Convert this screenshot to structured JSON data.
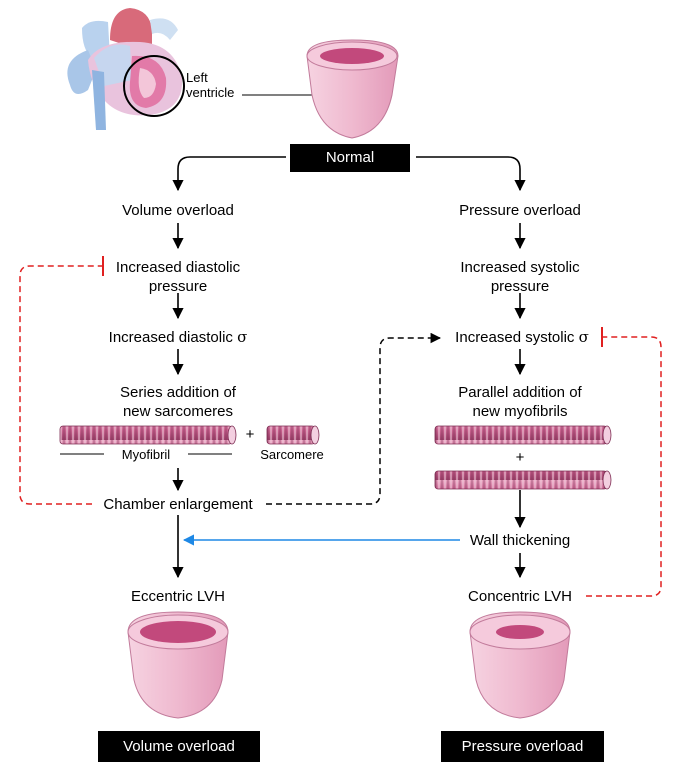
{
  "heart_labels": {
    "line1": "Left",
    "line2": "ventricle"
  },
  "normal_label": "Normal",
  "left": {
    "step1": "Volume overload",
    "step2_l1": "Increased diastolic",
    "step2_l2": "pressure",
    "step3": "Increased diastolic",
    "step4_l1": "Series addition of",
    "step4_l2": "new sarcomeres",
    "plus": "+",
    "myofibril": "Myofibril",
    "sarcomere": "Sarcomere",
    "step5": "Chamber enlargement",
    "step6": "Eccentric LVH",
    "footer": "Volume overload"
  },
  "right": {
    "step1": "Pressure overload",
    "step2_l1": "Increased systolic",
    "step2_l2": "pressure",
    "step3": "Increased systolic",
    "step4_l1": "Parallel addition of",
    "step4_l2": "new myofibrils",
    "plus": "+",
    "step5": "Wall thickening",
    "step6": "Concentric LVH",
    "footer": "Pressure overload"
  },
  "sigma": "σ",
  "colors": {
    "feedback_inhibit": "#e02020",
    "feedback_cross": "#000000",
    "blue_arrow": "#1e88e5",
    "ventricle": "#f2c2d6",
    "ventricle_inner": "#d6628f"
  }
}
